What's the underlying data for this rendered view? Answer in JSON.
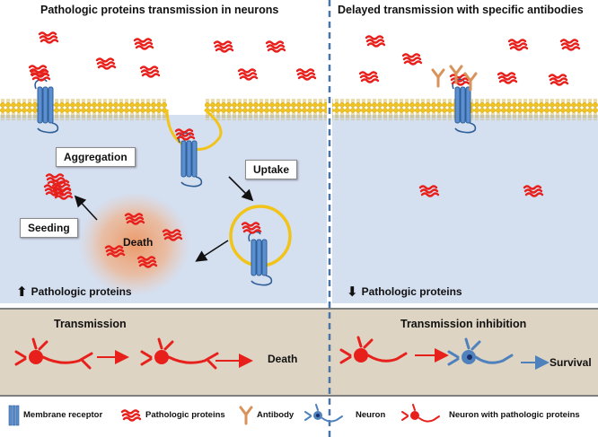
{
  "left_panel": {
    "title": "Pathologic proteins transmission in neurons",
    "aggregation_label": "Aggregation",
    "uptake_label": "Uptake",
    "seeding_label": "Seeding",
    "death_label": "Death",
    "level_text": "Pathologic proteins",
    "level_direction": "up"
  },
  "right_panel": {
    "title": "Delayed transmission with specific antibodies",
    "level_text": "Pathologic proteins",
    "level_direction": "down"
  },
  "bottom_left": {
    "title": "Transmission",
    "outcome": "Death"
  },
  "bottom_right": {
    "title": "Transmission inhibition",
    "outcome": "Survival"
  },
  "legend": {
    "membrane_receptor": "Membrane receptor",
    "pathologic_proteins": "Pathologic proteins",
    "antibody": "Antibody",
    "neuron": "Neuron",
    "neuron_with_pathologic_proteins": "Neuron with pathologic proteins"
  },
  "colors": {
    "protein_red": "#e8201c",
    "membrane_yellow": "#f2c318",
    "receptor_blue": "#4f81bd",
    "cytoplasm": "#d4dff0",
    "bottom_panel": "#ddd4c3",
    "divider": "#4a74a8",
    "antibody": "#d9925a",
    "death_glow": "#f4a06a"
  }
}
